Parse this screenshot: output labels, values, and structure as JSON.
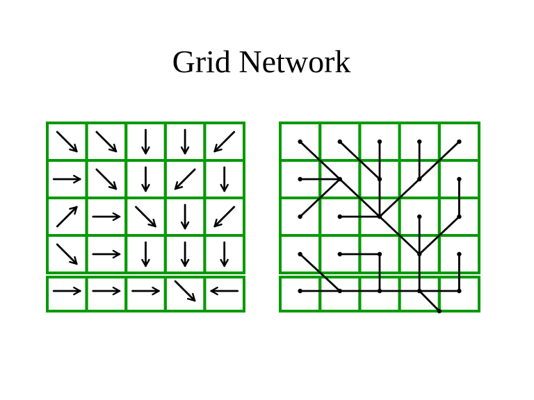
{
  "title": "Grid Network",
  "colors": {
    "background": "#ffffff",
    "grid_green": "#009900",
    "ink_black": "#000000"
  },
  "left_grid": {
    "label": "flow-direction grid",
    "rows": 5,
    "cols": 5,
    "arrows": [
      [
        "SE",
        "SE",
        "S",
        "S",
        "SW"
      ],
      [
        "E",
        "SE",
        "S",
        "SW",
        "S"
      ],
      [
        "NE",
        "E",
        "SE",
        "S",
        "SW"
      ],
      [
        "SE",
        "E",
        "S",
        "S",
        "S"
      ],
      [
        "E",
        "E",
        "E",
        "SE",
        "W"
      ]
    ]
  },
  "right_grid": {
    "label": "network tree grid",
    "rows": 5,
    "cols": 5,
    "nodes": [
      "0,0",
      "0,1",
      "0,2",
      "0,3",
      "0,4",
      "1,0",
      "1,1",
      "1,2",
      "1,3",
      "1,4",
      "2,0",
      "2,1",
      "2,2",
      "2,3",
      "2,4",
      "3,0",
      "3,1",
      "3,2",
      "3,3",
      "3,4",
      "4,0",
      "4,1",
      "4,2",
      "4,3",
      "4,4",
      "sink"
    ],
    "sink_note": "extra node on the bottom grid edge between columns 3 and 4",
    "edges": [
      [
        "0,0",
        "1,1"
      ],
      [
        "0,1",
        "1,2"
      ],
      [
        "0,2",
        "1,2"
      ],
      [
        "0,3",
        "1,3"
      ],
      [
        "0,4",
        "1,3"
      ],
      [
        "1,0",
        "1,1"
      ],
      [
        "1,1",
        "2,2"
      ],
      [
        "2,0",
        "1,1"
      ],
      [
        "1,2",
        "2,2"
      ],
      [
        "1,3",
        "2,2"
      ],
      [
        "1,4",
        "2,4"
      ],
      [
        "2,1",
        "2,2"
      ],
      [
        "2,2",
        "3,3"
      ],
      [
        "2,3",
        "3,3"
      ],
      [
        "2,4",
        "3,3"
      ],
      [
        "3,0",
        "4,1"
      ],
      [
        "3,1",
        "3,2"
      ],
      [
        "3,2",
        "4,2"
      ],
      [
        "3,3",
        "4,3"
      ],
      [
        "3,4",
        "4,4"
      ],
      [
        "4,0",
        "4,1"
      ],
      [
        "4,1",
        "4,2"
      ],
      [
        "4,2",
        "4,3"
      ],
      [
        "4,3",
        "4,4"
      ],
      [
        "4,3",
        "sink"
      ]
    ]
  }
}
